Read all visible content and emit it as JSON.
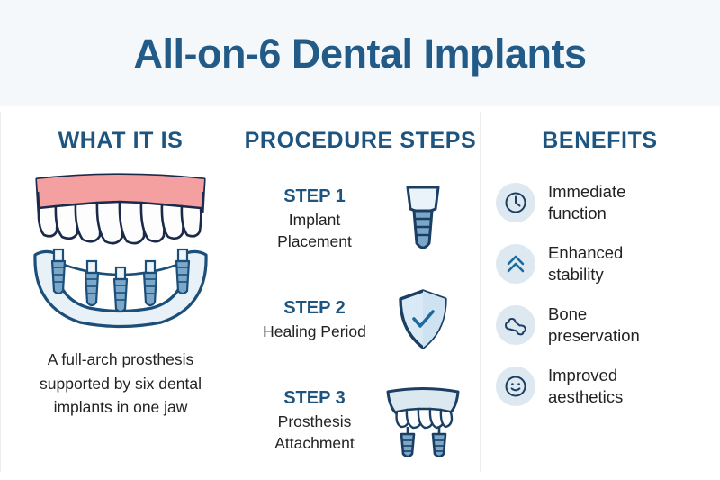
{
  "header": {
    "title": "All-on-6 Dental Implants"
  },
  "colors": {
    "header_background": "#f4f8fb",
    "heading_blue": "#1d5580",
    "title_blue": "#225b87",
    "body_text": "#232323",
    "icon_circle": "#dde8f1",
    "outline_navy": "#1b3f63",
    "implant_blue": "#7ba7c9",
    "gum_pink": "#f4a0a0",
    "tooth_white": "#fdfdfd",
    "jaw_fill": "#e8f1f7",
    "divider": "#eceff2"
  },
  "columns": {
    "what_it_is": {
      "heading": "WHAT IT IS",
      "illustration_name": "full-arch-prosthesis-and-implant-jaw-illustration",
      "description": "A full-arch prosthesis supported by six dental implants in one jaw"
    },
    "procedure_steps": {
      "heading": "PROCEDURE STEPS",
      "steps": [
        {
          "label": "STEP 1",
          "description": "Implant Placement",
          "icon": "dental-implant-screw-icon"
        },
        {
          "label": "STEP 2",
          "description": "Healing Period",
          "icon": "shield-check-icon"
        },
        {
          "label": "STEP 3",
          "description": "Prosthesis Attachment",
          "icon": "denture-on-implants-icon"
        }
      ]
    },
    "benefits": {
      "heading": "BENEFITS",
      "items": [
        {
          "label": "Immediate function",
          "icon": "clock-icon"
        },
        {
          "label": "Enhanced stability",
          "icon": "double-chevron-up-icon"
        },
        {
          "label": "Bone preservation",
          "icon": "bone-icon"
        },
        {
          "label": "Improved aesthetics",
          "icon": "smiley-face-icon"
        }
      ]
    }
  }
}
